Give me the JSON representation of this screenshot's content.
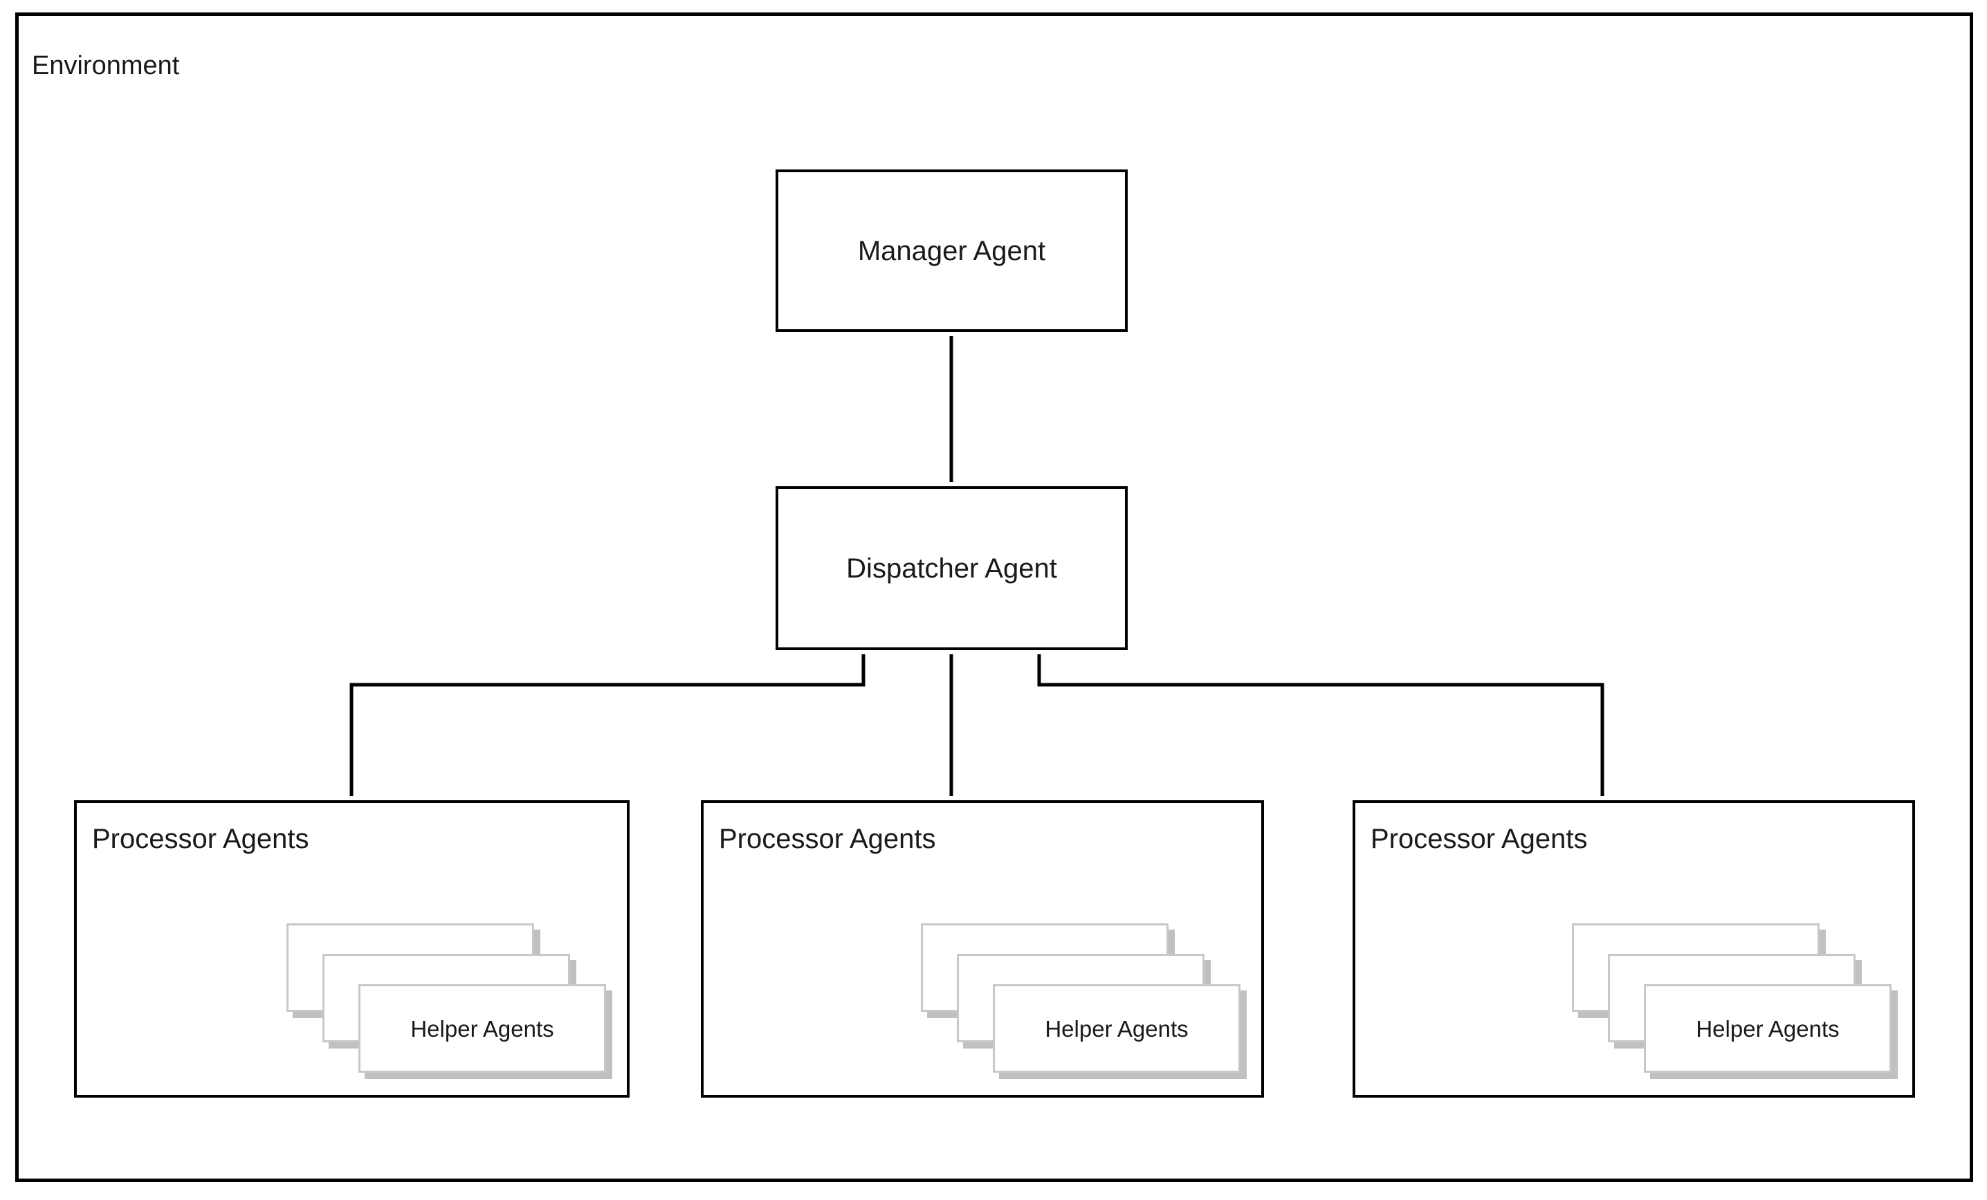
{
  "diagram": {
    "title": "Environment",
    "type": "hierarchical-agent-architecture",
    "nodes": {
      "environment": {
        "label": "Environment",
        "kind": "container"
      },
      "manager": {
        "label": "Manager Agent",
        "kind": "box"
      },
      "dispatcher": {
        "label": "Dispatcher Agent",
        "kind": "box"
      },
      "processors": [
        {
          "label": "Processor Agents",
          "kind": "container",
          "helpers": {
            "label": "Helper Agents",
            "stack_count": 3
          }
        },
        {
          "label": "Processor Agents",
          "kind": "container",
          "helpers": {
            "label": "Helper Agents",
            "stack_count": 3
          }
        },
        {
          "label": "Processor Agents",
          "kind": "container",
          "helpers": {
            "label": "Helper Agents",
            "stack_count": 3
          }
        }
      ]
    },
    "edges": [
      {
        "from": "dispatcher",
        "to": "manager",
        "style": "bidirectional-vertical"
      },
      {
        "from": "processor-1",
        "to": "dispatcher",
        "style": "bidirectional-elbow-left"
      },
      {
        "from": "processor-2",
        "to": "dispatcher",
        "style": "bidirectional-vertical"
      },
      {
        "from": "processor-3",
        "to": "dispatcher",
        "style": "bidirectional-elbow-right"
      }
    ],
    "colors": {
      "stroke": "#000000",
      "text": "#1a1a1a",
      "card_border": "#c8c8c8",
      "card_shadow": "#c0c0c0",
      "background": "#ffffff"
    }
  }
}
